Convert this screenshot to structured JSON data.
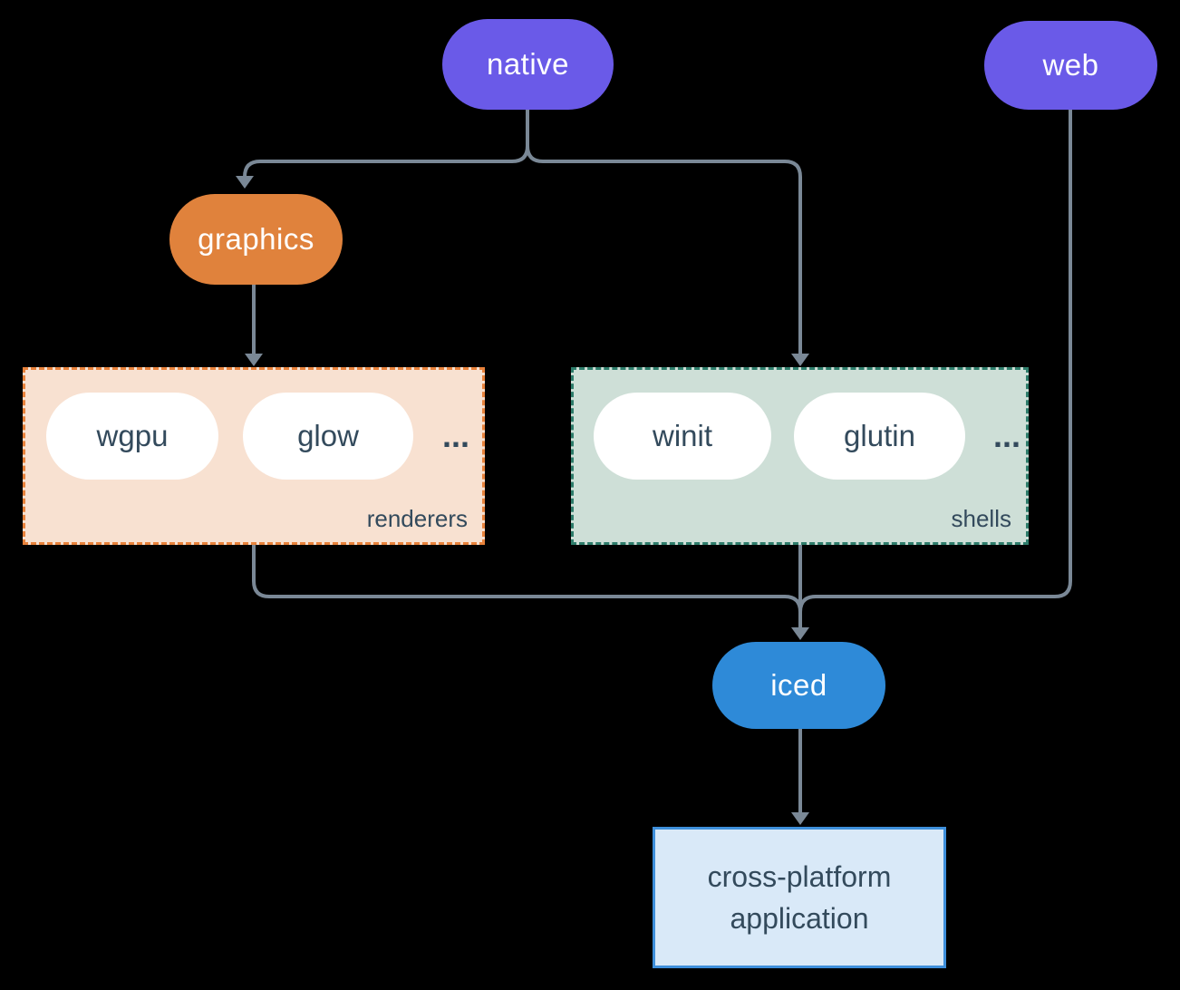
{
  "diagram": {
    "nodes": {
      "native": "native",
      "web": "web",
      "graphics": "graphics",
      "iced": "iced"
    },
    "groups": {
      "renderers": {
        "label": "renderers",
        "items": [
          "wgpu",
          "glow"
        ],
        "ellipsis": "..."
      },
      "shells": {
        "label": "shells",
        "items": [
          "winit",
          "glutin"
        ],
        "ellipsis": "..."
      }
    },
    "app": {
      "line1": "cross-platform",
      "line2": "application"
    },
    "colors": {
      "background": "#000000",
      "native_web_fill": "#6A5AE8",
      "graphics_fill": "#E0823C",
      "iced_fill": "#2E8AD8",
      "renderers_fill": "#F8E1D1",
      "renderers_border": "#E8823B",
      "shells_fill": "#CEDFD7",
      "shells_border": "#2E7D6B",
      "app_fill": "#D9E9F8",
      "app_border": "#3E8FDB",
      "connector": "#7A8896",
      "text_dark": "#334A5C",
      "text_light": "#FFFFFF"
    }
  }
}
